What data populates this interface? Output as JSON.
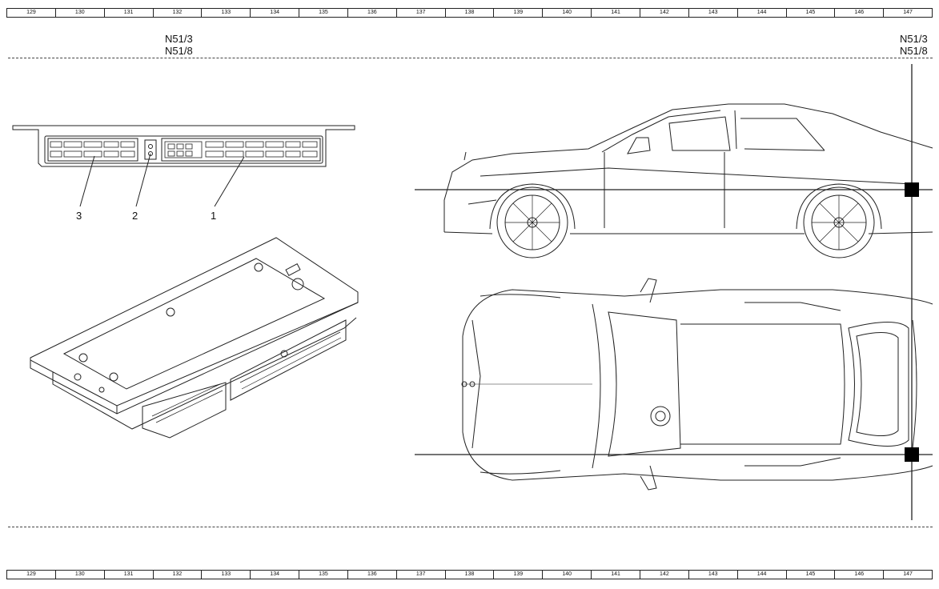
{
  "ruler": {
    "columns": [
      "129",
      "130",
      "131",
      "132",
      "133",
      "134",
      "135",
      "136",
      "137",
      "138",
      "139",
      "140",
      "141",
      "142",
      "143",
      "144",
      "145",
      "146",
      "147"
    ]
  },
  "component_label": {
    "left": {
      "line1": "N51/3",
      "line2": "N51/8"
    },
    "right": {
      "line1": "N51/3",
      "line2": "N51/8"
    }
  },
  "callouts": [
    "3",
    "2",
    "1"
  ],
  "icons": {
    "control_unit_front": "control-unit-connector-view",
    "control_unit_iso": "control-unit-isometric-view",
    "vehicle_side": "vehicle-side-view",
    "vehicle_top": "vehicle-top-view",
    "location_marker": "black-square-marker"
  }
}
